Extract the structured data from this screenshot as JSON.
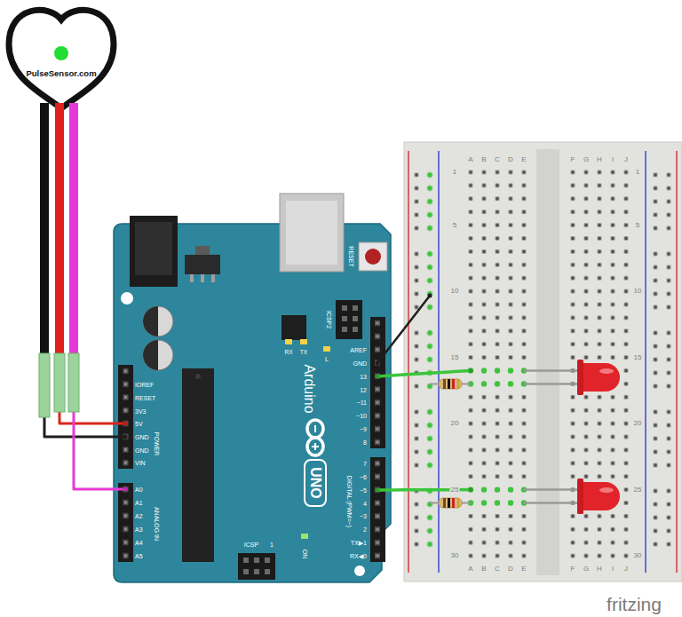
{
  "diagram": {
    "nodes": [
      {
        "text": [
          "PulseSensor.com"
        ]
      },
      {
        "text": [
          "RESET",
          "ICSP2",
          "RX",
          "TX",
          "L",
          "AREF",
          "GND",
          "13",
          "12",
          "~11",
          "~10",
          "~9",
          "8",
          "7",
          "~6",
          "~5",
          "4",
          "~3",
          "2",
          "TX▶1",
          "RX◀0",
          "DIGITAL (PWM=~)",
          "Arduino",
          "UNO",
          "IOREF",
          "RESET",
          "3V3",
          "5V",
          "GND",
          "GND",
          "VIN",
          "POWER",
          "A0",
          "A1",
          "A2",
          "A3",
          "A4",
          "A5",
          "ANALOG IN",
          "ON",
          "ICSP",
          "1"
        ]
      },
      {
        "text": [
          "A",
          "B",
          "C",
          "D",
          "E",
          "F",
          "G",
          "H",
          "I",
          "J",
          "1",
          "1",
          "5",
          "5",
          "10",
          "10",
          "15",
          "15",
          "20",
          "20",
          "25",
          "25",
          "30",
          "30",
          "A",
          "B",
          "C",
          "D",
          "E",
          "F",
          "G",
          "H",
          "I",
          "J"
        ]
      }
    ],
    "edges": [
      {
        "from": 0,
        "to": 1,
        "arrow": "none"
      },
      {
        "from": 0,
        "to": 1,
        "arrow": "none"
      },
      {
        "from": 0,
        "to": 1,
        "arrow": "none"
      },
      {
        "from": 1,
        "to": 2,
        "arrow": "none"
      },
      {
        "from": 1,
        "to": 2,
        "arrow": "none"
      },
      {
        "from": 1,
        "to": 2,
        "arrow": "none"
      }
    ],
    "labels": [
      "fritzing"
    ]
  }
}
